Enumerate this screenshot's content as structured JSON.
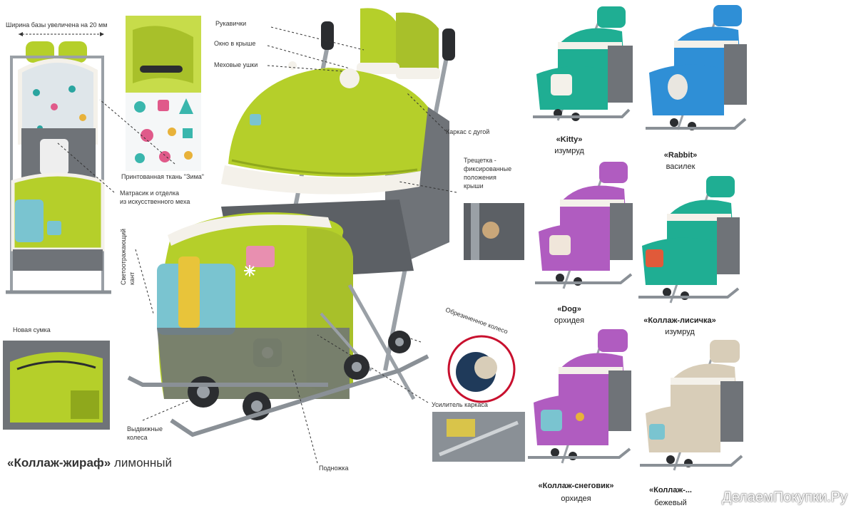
{
  "colors": {
    "lemon": "#b5cf2a",
    "lemon_dark": "#8fa81c",
    "gray": "#6f7378",
    "gray_dark": "#4f5358",
    "emerald": "#1fae93",
    "cornflower": "#2f8fd6",
    "orchid": "#b05cc0",
    "beige": "#d8cdb8",
    "fur": "#f4f1ea",
    "frame": "#9aa0a6",
    "runner": "#8a9096",
    "wheel": "#2b2d30"
  },
  "callouts": {
    "base_width": "Ширина базы увеличена на 20 мм",
    "mittens": "Рукавички",
    "roof_window": "Окно в крыше",
    "fur_ears": "Меховые ушки",
    "frame_arc": "Каркас с дугой",
    "printed_fabric": "Принтованная ткань \"Зима\"",
    "mattress_line1": "Матрасик и отделка",
    "mattress_line2": "из искусственного меха",
    "ratchet_line1": "Трещетка -",
    "ratchet_line2": "фиксированные",
    "ratchet_line3": "положения",
    "ratchet_line4": "крыши",
    "reflective": "Светоотражающий",
    "reflective2": "кант",
    "new_bag": "Новая сумка",
    "rubber_wheel": "Обрезиненное колесо",
    "retractable_line1": "Выдвижные",
    "retractable_line2": "колеса",
    "frame_reinforce": "Усилитель каркаса",
    "footrest": "Подножка"
  },
  "main_caption": {
    "name": "«Коллаж-жираф»",
    "color": "лимонный"
  },
  "variants": [
    {
      "name": "«Kitty»",
      "color": "изумруд"
    },
    {
      "name": "«Rabbit»",
      "color": "василек"
    },
    {
      "name": "«Dog»",
      "color": "орхидея"
    },
    {
      "name": "«Коллаж-лисичка»",
      "color": "изумруд"
    },
    {
      "name": "«Коллаж-снеговик»",
      "color": "орхидея"
    },
    {
      "name": "«Коллаж-...",
      "color": "бежевый"
    }
  ],
  "watermark": "ДелаемПокупки.Ру",
  "icons": {
    "sled_main": "sled-stroller-icon",
    "wheel": "wheel-icon",
    "snowflake": "snowflake-icon"
  }
}
